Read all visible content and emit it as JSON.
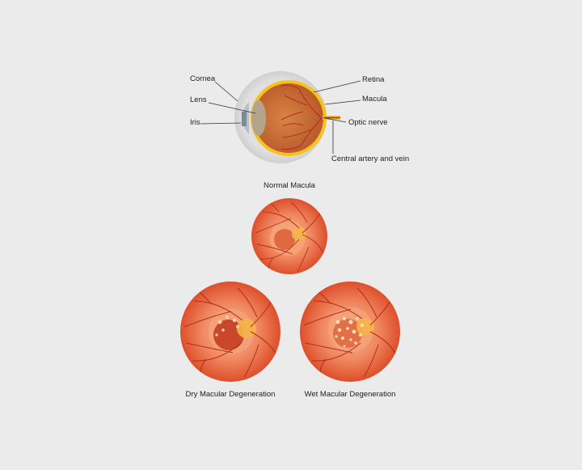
{
  "anatomy_labels": {
    "cornea": "Cornea",
    "lens": "Lens",
    "iris": "Iris",
    "retina": "Retina",
    "macula": "Macula",
    "optic_nerve": "Optic nerve",
    "central_artery_vein": "Central artery and vein"
  },
  "captions": {
    "normal": "Normal Macula",
    "dry": "Dry Macular Degeneration",
    "wet": "Wet Macular Degeneration"
  },
  "colors": {
    "background": "#ebebeb",
    "fundus_outer": "#e35a35",
    "fundus_inner": "#f4a37f",
    "vessel": "#b32c1b",
    "macula_spot": "#f5b54a",
    "retina_yellow": "#f6c21b",
    "eye_interior": "#c86a33"
  }
}
